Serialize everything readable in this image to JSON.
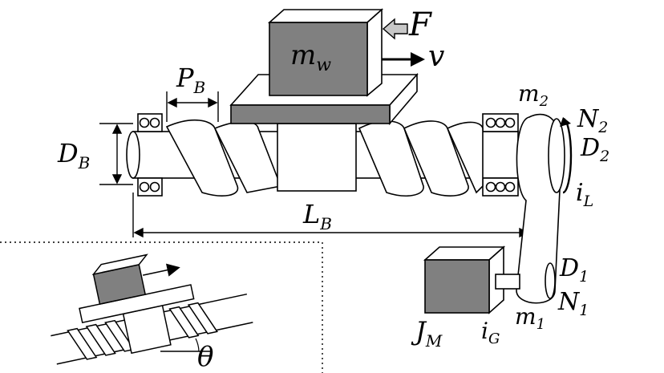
{
  "labels": {
    "force": "F",
    "velocity": "v",
    "mass_main": "m",
    "mass_main_sub": "w",
    "pitch": "P",
    "pitch_sub": "B",
    "diameter": "D",
    "diameter_sub": "B",
    "length": "L",
    "length_sub": "B",
    "m2": "m",
    "m2_sub": "2",
    "n2": "N",
    "n2_sub": "2",
    "d2": "D",
    "d2_sub": "2",
    "il": "i",
    "il_sub": "L",
    "d1": "D",
    "d1_sub": "1",
    "n1": "N",
    "n1_sub": "1",
    "m1": "m",
    "m1_sub": "1",
    "jm": "J",
    "jm_sub": "M",
    "ig": "i",
    "ig_sub": "G",
    "theta": "θ"
  },
  "colors": {
    "block_fill": "#808080",
    "outline": "#000000",
    "arrow_hollow": "#c0c0c0"
  }
}
